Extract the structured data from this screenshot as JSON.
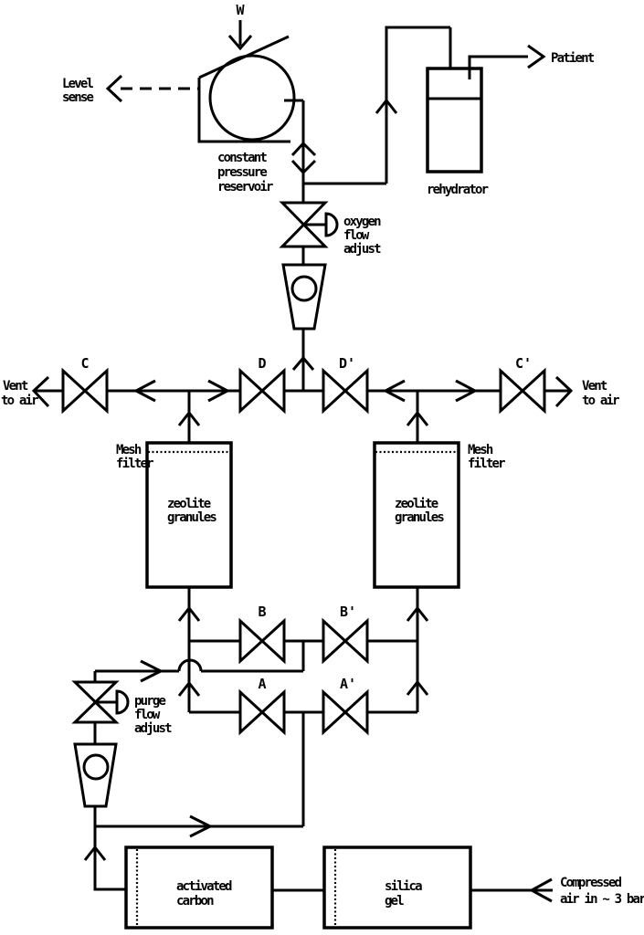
{
  "colors": {
    "ink": "#000000",
    "background": "#ffffff"
  },
  "labels": {
    "weight": "W",
    "level_sense": [
      "Level",
      "sense"
    ],
    "reservoir": [
      "constant",
      "pressure",
      "reservoir"
    ],
    "rehydrator": "rehydrator",
    "patient": "Patient",
    "oxygen_flow_adjust": [
      "oxygen",
      "flow",
      "adjust"
    ],
    "vent_left": [
      "Vent",
      "to air"
    ],
    "vent_right": [
      "Vent",
      "to air"
    ],
    "valves": {
      "c": "C",
      "d": "D",
      "d_prime": "D'",
      "c_prime": "C'",
      "b": "B",
      "b_prime": "B'",
      "a": "A",
      "a_prime": "A'"
    },
    "mesh_filter_left": [
      "Mesh",
      "filter"
    ],
    "mesh_filter_right": [
      "Mesh",
      "filter"
    ],
    "zeolite_left": [
      "zeolite",
      "granules"
    ],
    "zeolite_right": [
      "zeolite",
      "granules"
    ],
    "purge_flow_adjust": [
      "purge",
      "flow",
      "adjust"
    ],
    "activated_carbon": [
      "activated",
      "carbon"
    ],
    "silica_gel": [
      "silica",
      "gel"
    ],
    "compressed_air": [
      "Compressed",
      "air in ~ 3 bar"
    ]
  }
}
